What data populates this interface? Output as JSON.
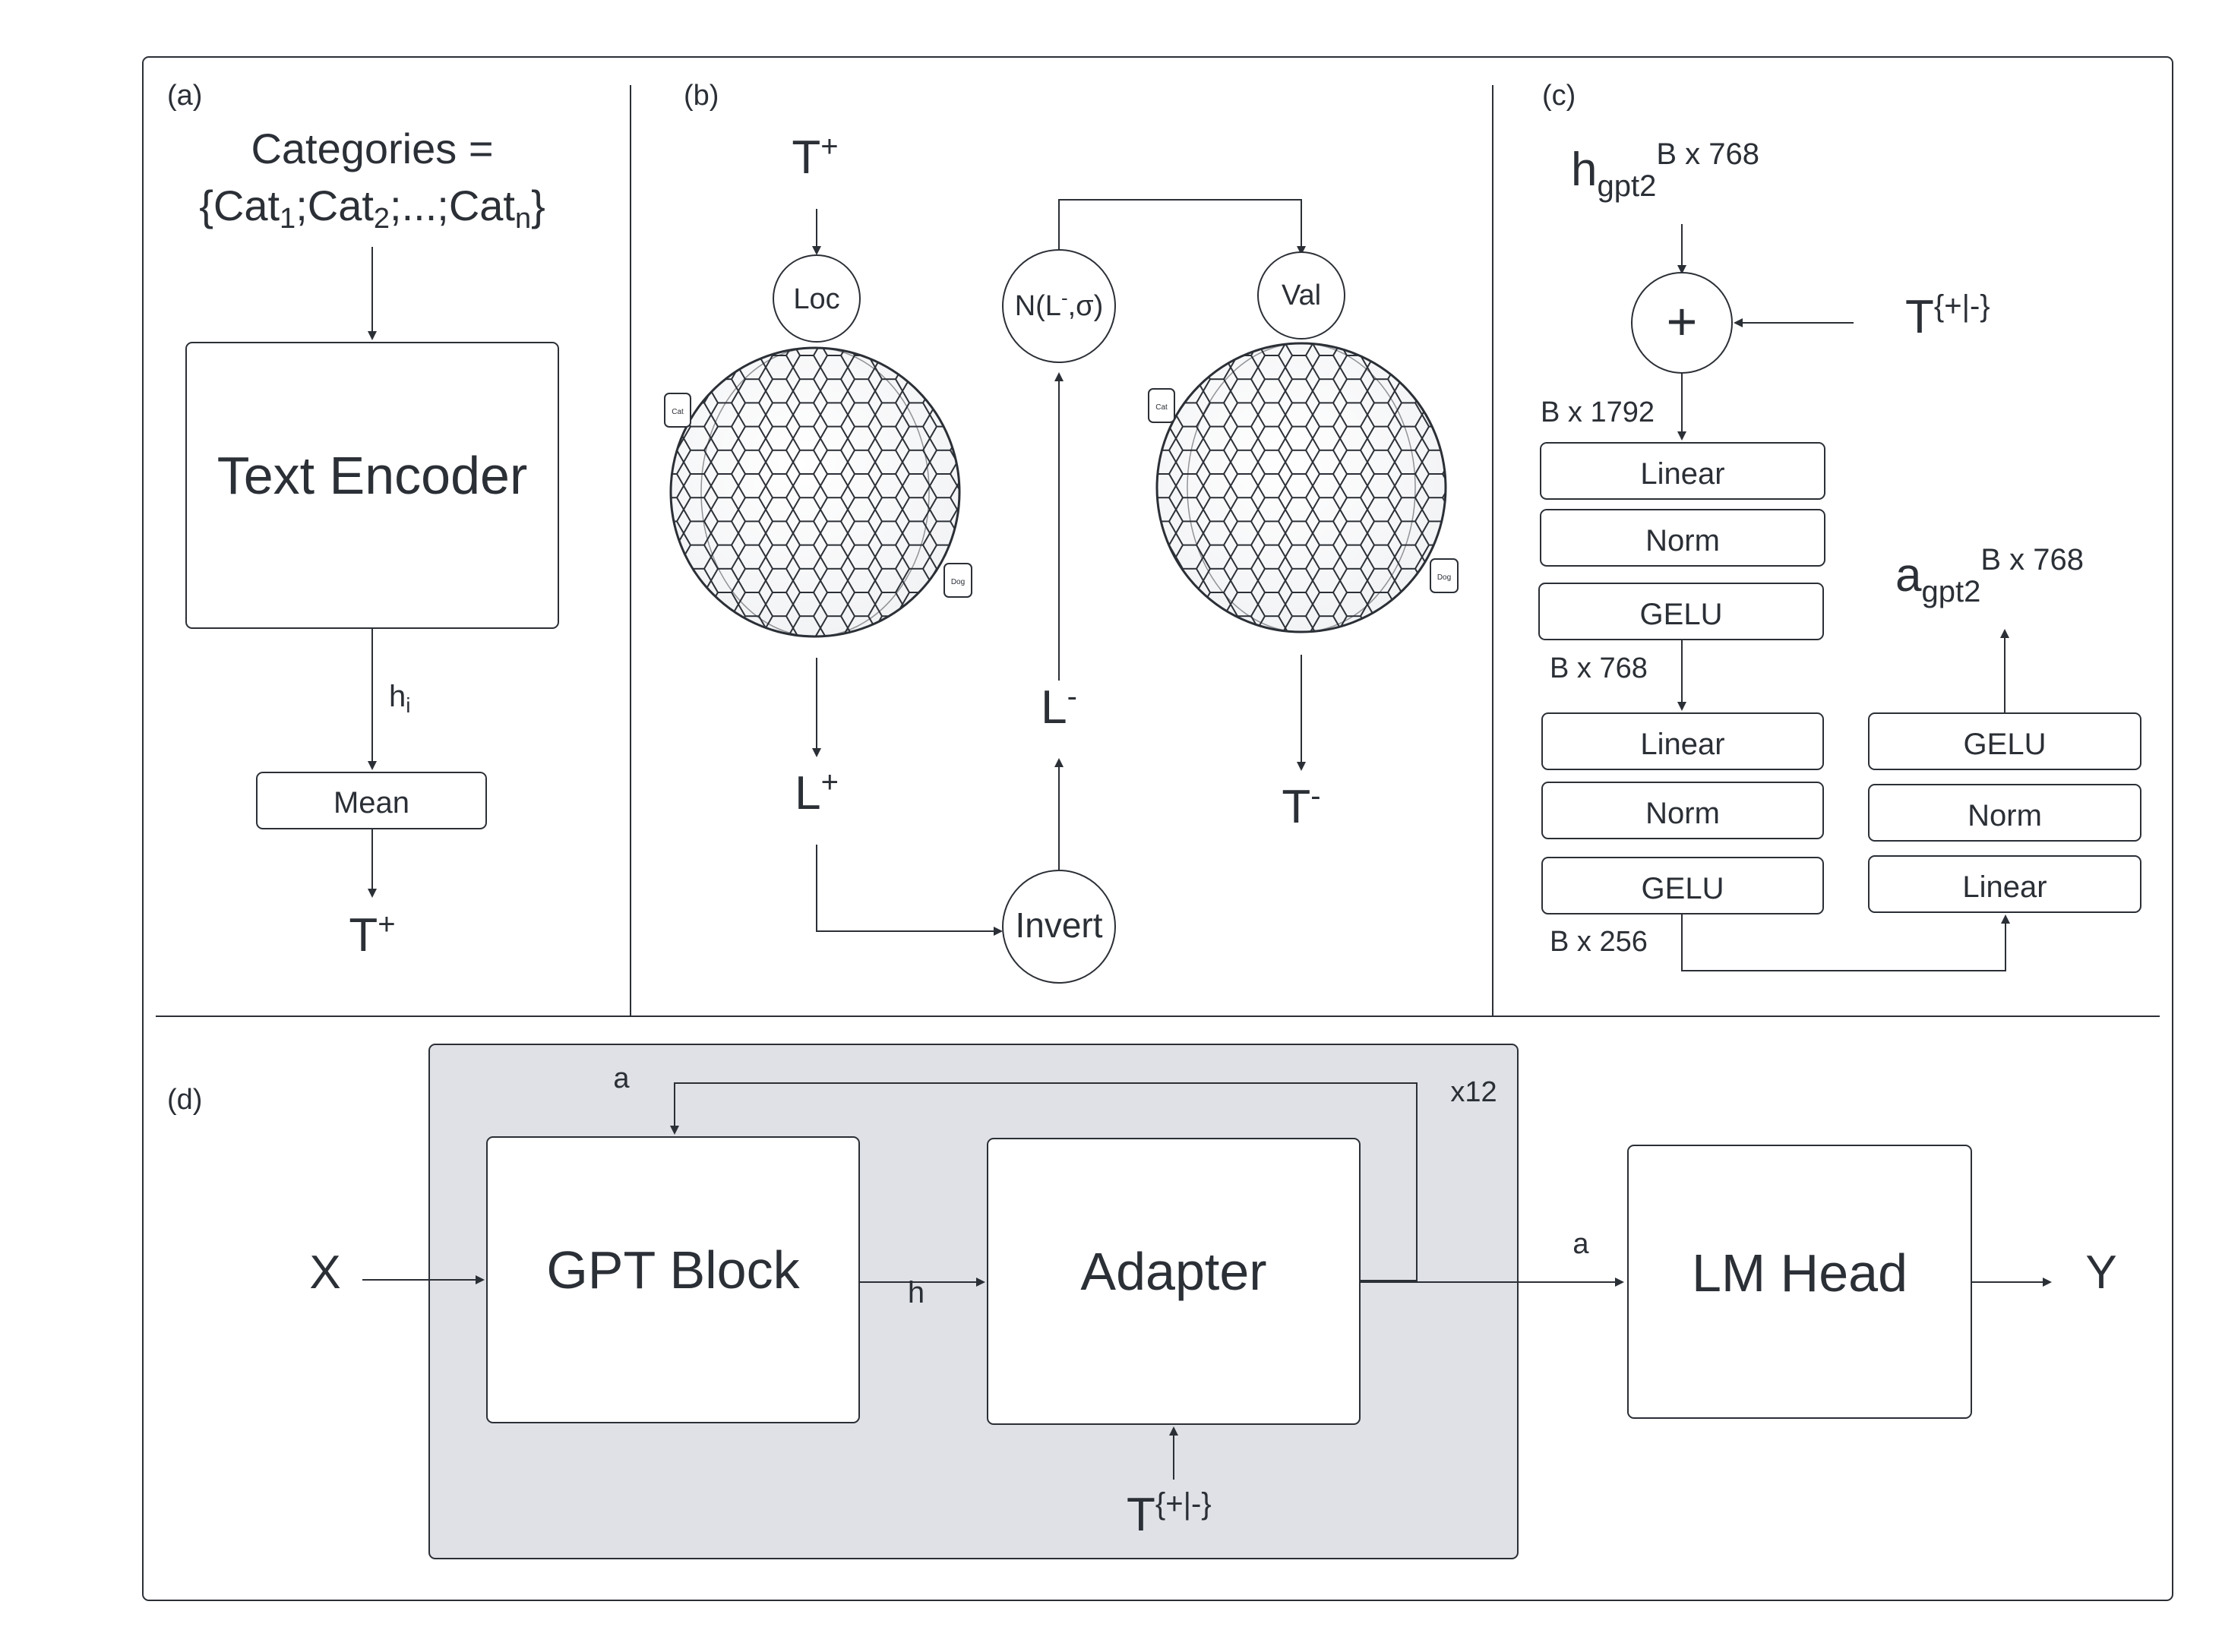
{
  "panel_a": {
    "label": "(a)",
    "categories_line1": "Categories =",
    "categories_line2": {
      "open": "{Cat",
      "s1": "1",
      "mid1": ";Cat",
      "s2": "2",
      "mid2": ";...;Cat",
      "s3": "n",
      "close": "}"
    },
    "text_encoder": "Text Encoder",
    "h_label": {
      "base": "h",
      "sub": "i"
    },
    "mean": "Mean",
    "t_plus": {
      "base": "T",
      "sup": "+"
    }
  },
  "panel_b": {
    "label": "(b)",
    "t_plus": {
      "base": "T",
      "sup": "+"
    },
    "loc": "Loc",
    "normal": {
      "open": "N(L",
      "sup": "-",
      "close": ",σ)"
    },
    "val": "Val",
    "cat_tag": "Cat",
    "dog_tag": "Dog",
    "l_plus": {
      "base": "L",
      "sup": "+"
    },
    "l_minus": {
      "base": "L",
      "sup": "-"
    },
    "t_minus": {
      "base": "T",
      "sup": "-"
    },
    "invert": "Invert"
  },
  "panel_c": {
    "label": "(c)",
    "h_gpt2": {
      "base": "h",
      "sub": "gpt2",
      "sup": "B x 768"
    },
    "plus": "+",
    "t_cond": {
      "base": "T",
      "sup": "{+|-}"
    },
    "dim_1792": "B x 1792",
    "left_stack_1": [
      "Linear",
      "Norm",
      "GELU"
    ],
    "dim_768": "B x 768",
    "left_stack_2": [
      "Linear",
      "Norm",
      "GELU"
    ],
    "dim_256": "B x 256",
    "right_stack": [
      "GELU",
      "Norm",
      "Linear"
    ],
    "a_gpt2": {
      "base": "a",
      "sub": "gpt2",
      "sup": "B x 768"
    }
  },
  "panel_d": {
    "label": "(d)",
    "x": "X",
    "gpt_block": "GPT Block",
    "h": "h",
    "adapter": "Adapter",
    "a_loop": "a",
    "x12": "x12",
    "a_out": "a",
    "lm_head": "LM Head",
    "y": "Y",
    "t_cond": {
      "base": "T",
      "sup": "{+|-}"
    }
  },
  "colors": {
    "stroke": "#2b2f36",
    "shade": "#dfe1e6",
    "text": "#2b2f36"
  }
}
